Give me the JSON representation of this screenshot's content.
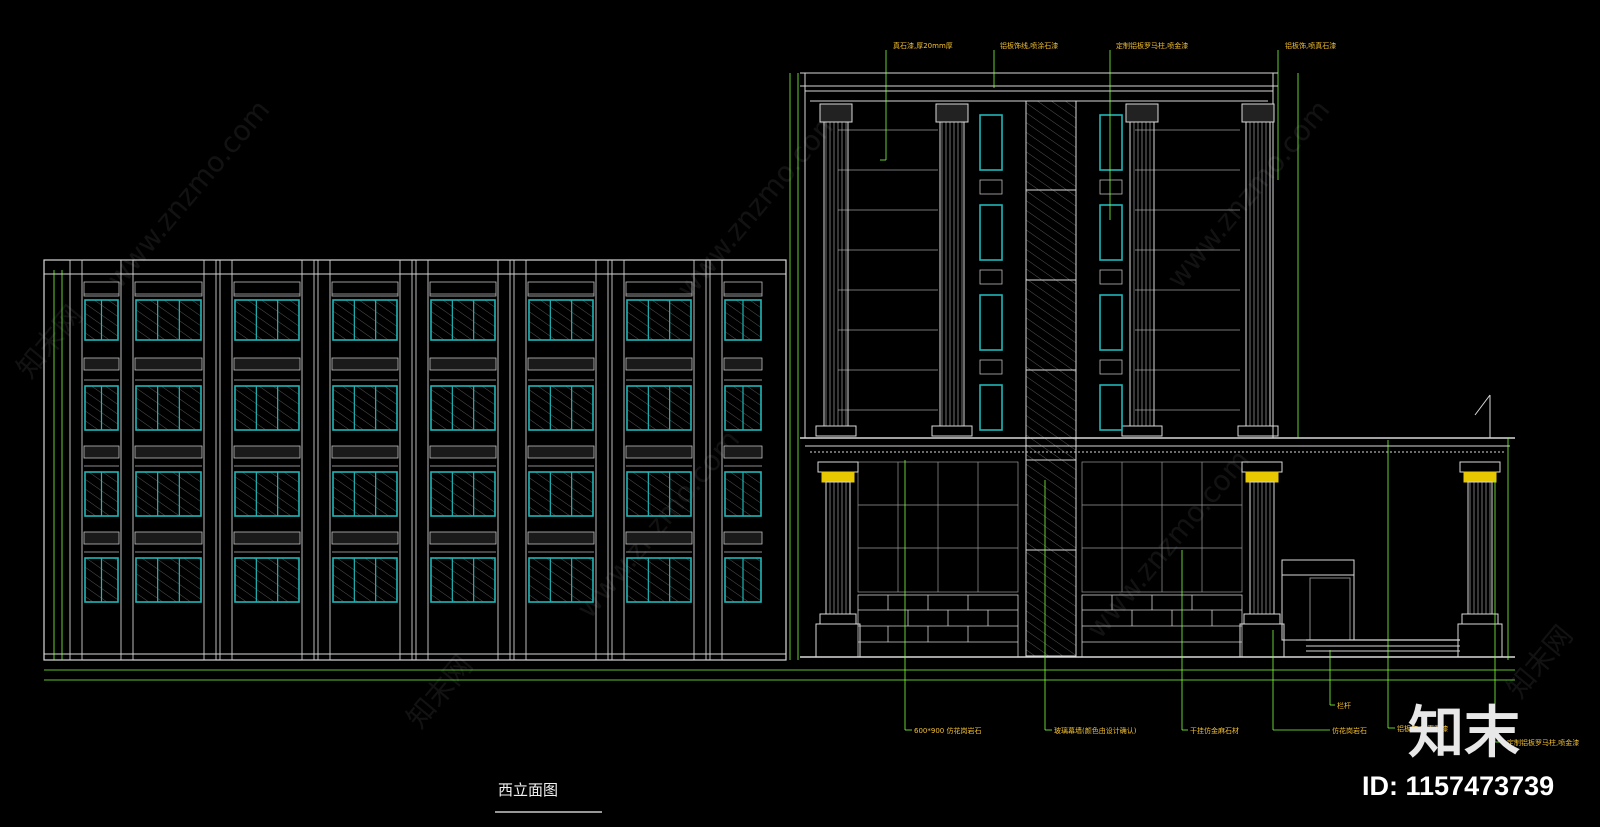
{
  "drawing": {
    "title": "西立面图"
  },
  "annotations_top": [
    {
      "text": "真石漆,厚20mm厚"
    },
    {
      "text": "铝板饰线,喷涂石漆"
    },
    {
      "text": "定制铝板罗马柱,喷金漆"
    },
    {
      "text": "铝板饰,喷真石漆"
    }
  ],
  "annotations_bottom": [
    {
      "text": "600*900 仿花岗岩石"
    },
    {
      "text": "玻璃幕墙(颜色由设计确认)"
    },
    {
      "text": "干挂仿金麻石材"
    },
    {
      "text": "仿花岗岩石"
    },
    {
      "text": "栏杆"
    },
    {
      "text": "铝板饰,喷真石漆"
    },
    {
      "text": "定制铝板罗马柱,喷金漆"
    }
  ],
  "branding": {
    "logo": "知末",
    "id_label": "ID: 1157473739",
    "watermark": "www.znzmo.com",
    "watermark_cn": "知末网"
  },
  "colors": {
    "background": "#000000",
    "lines": "#d9d9d9",
    "windows": "#1fb6b6",
    "dimensions": "#7fff3f",
    "annotations": "#f3c030",
    "capital_gold": "#e8c800"
  }
}
